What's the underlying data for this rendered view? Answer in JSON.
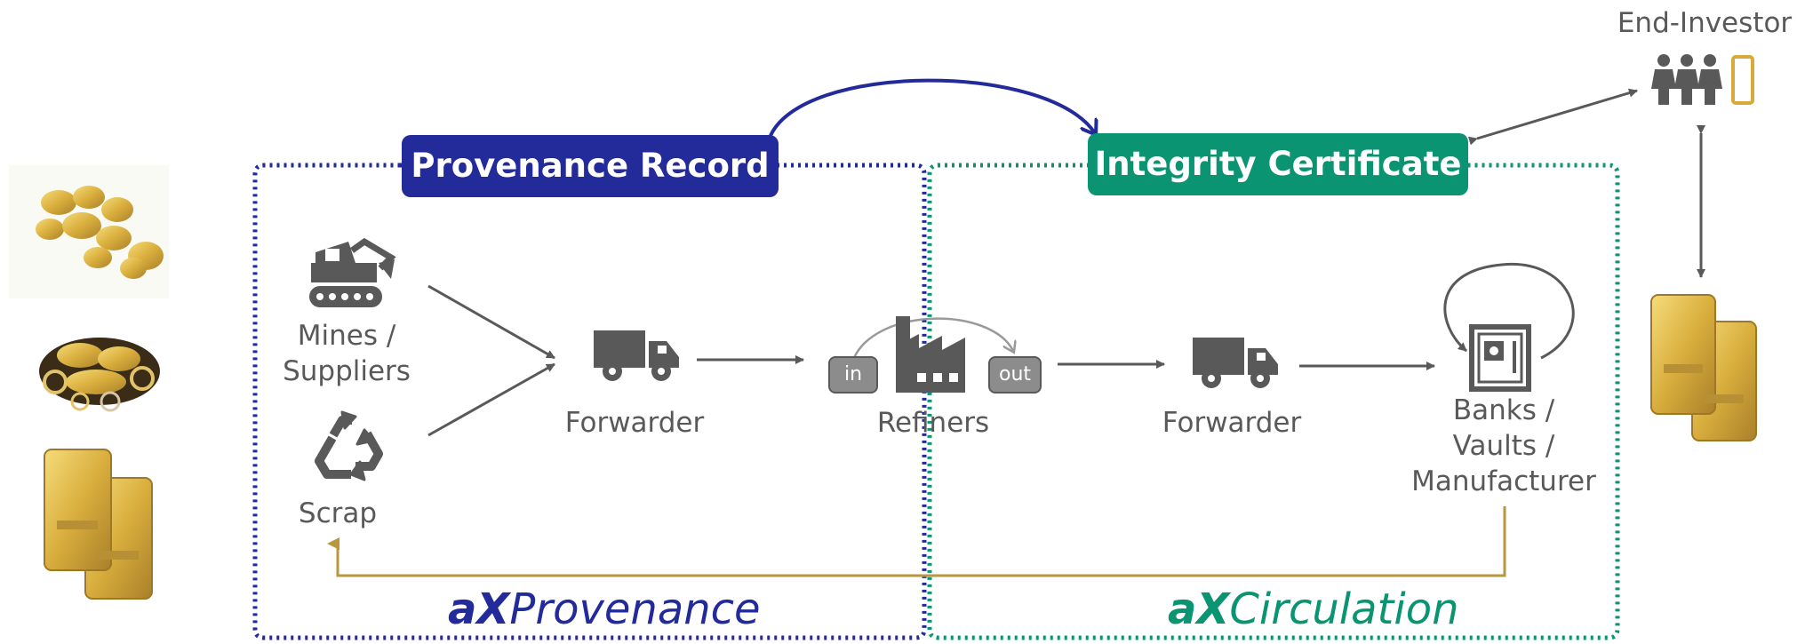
{
  "colors": {
    "provenance": "#232a9a",
    "circulation": "#0b9471",
    "arrow": "#595959",
    "loop": "#b9973e",
    "gold": "#d9b24a"
  },
  "headers": {
    "provenance_record": "Provenance Record",
    "integrity_certificate": "Integrity Certificate",
    "end_investor": "End-Investor"
  },
  "nodes": {
    "mines": [
      "Mines /",
      "Suppliers"
    ],
    "scrap": "Scrap",
    "forwarder_left": "Forwarder",
    "refiners": "Refiners",
    "refiner_in": "in",
    "refiner_out": "out",
    "forwarder_right": "Forwarder",
    "banks": [
      "Banks /",
      "Vaults /",
      "Manufacturer"
    ]
  },
  "brands": {
    "provenance": {
      "prefix": "aX",
      "suffix": "Provenance"
    },
    "circulation": {
      "prefix": "aX",
      "suffix": "Circulation"
    }
  },
  "icons": {
    "left_images": [
      "gold-nuggets-image",
      "gold-jewelry-image",
      "gold-bars-image"
    ],
    "right_image": "gold-bars-image",
    "mines": "excavator-icon",
    "scrap": "recycle-icon",
    "forwarder": "truck-icon",
    "refiners": "factory-icon",
    "banks": "safe-icon",
    "investors": "people-icon",
    "phone": "smartphone-icon"
  }
}
